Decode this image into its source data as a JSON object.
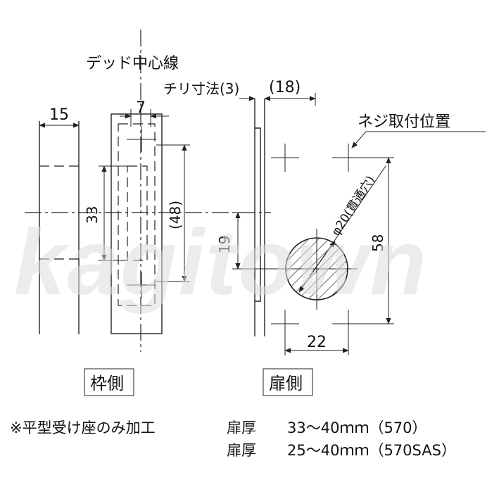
{
  "labels": {
    "dead_center": "デッド中心線",
    "chiri": "チリ寸法(3)",
    "chiri_18": "(18)",
    "screw_position": "ネジ取付位置",
    "dim_15": "15",
    "dim_7": "7",
    "dim_33": "33",
    "dim_48": "(48)",
    "dim_19": "19",
    "dim_58": "58",
    "dim_22": "22",
    "hole": "φ20(貫通穴)",
    "frame_side": "枠側",
    "door_side": "扉側",
    "watermark": "kagitown"
  },
  "notes": {
    "flat_seat": "※平型受け座のみ加工",
    "thickness_label_1": "扉厚",
    "thickness_value_1": "33～40ｍｍ（570）",
    "thickness_label_2": "扉厚",
    "thickness_value_2": "25～40ｍｍ（570SAS）"
  }
}
